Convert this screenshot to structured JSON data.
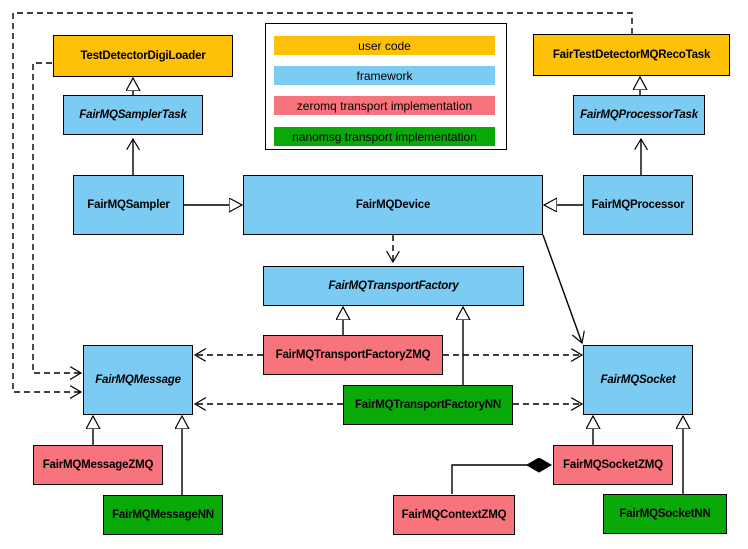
{
  "colors": {
    "user_code": "#FFC107",
    "framework": "#7CCBF2",
    "zeromq": "#F8747C",
    "nanomsg": "#09A909",
    "line": "#000000",
    "background": "#FFFFFF"
  },
  "legend": {
    "items": [
      {
        "label": "user code",
        "type": "user_code"
      },
      {
        "label": "framework",
        "type": "framework"
      },
      {
        "label": "zeromq transport implementation",
        "type": "zeromq"
      },
      {
        "label": "nanomsg transport implementation",
        "type": "nanomsg"
      }
    ]
  },
  "nodes": {
    "digi_loader": {
      "label": "TestDetectorDigiLoader",
      "type": "user_code",
      "abstract": false
    },
    "reco_task": {
      "label": "FairTestDetectorMQRecoTask",
      "type": "user_code",
      "abstract": false
    },
    "sampler_task": {
      "label": "FairMQSamplerTask",
      "type": "framework",
      "abstract": true
    },
    "processor_task": {
      "label": "FairMQProcessorTask",
      "type": "framework",
      "abstract": true
    },
    "sampler": {
      "label": "FairMQSampler",
      "type": "framework",
      "abstract": false
    },
    "device": {
      "label": "FairMQDevice",
      "type": "framework",
      "abstract": false
    },
    "processor": {
      "label": "FairMQProcessor",
      "type": "framework",
      "abstract": false
    },
    "transport_factory": {
      "label": "FairMQTransportFactory",
      "type": "framework",
      "abstract": true
    },
    "transport_zmq": {
      "label": "FairMQTransportFactoryZMQ",
      "type": "zeromq",
      "abstract": false
    },
    "transport_nn": {
      "label": "FairMQTransportFactoryNN",
      "type": "nanomsg",
      "abstract": false
    },
    "message": {
      "label": "FairMQMessage",
      "type": "framework",
      "abstract": true
    },
    "socket": {
      "label": "FairMQSocket",
      "type": "framework",
      "abstract": true
    },
    "message_zmq": {
      "label": "FairMQMessageZMQ",
      "type": "zeromq",
      "abstract": false
    },
    "message_nn": {
      "label": "FairMQMessageNN",
      "type": "nanomsg",
      "abstract": false
    },
    "context_zmq": {
      "label": "FairMQContextZMQ",
      "type": "zeromq",
      "abstract": false
    },
    "socket_zmq": {
      "label": "FairMQSocketZMQ",
      "type": "zeromq",
      "abstract": false
    },
    "socket_nn": {
      "label": "FairMQSocketNN",
      "type": "nanomsg",
      "abstract": false
    }
  },
  "edges": [
    {
      "from": "sampler_task",
      "to": "digi_loader",
      "kind": "inheritance"
    },
    {
      "from": "processor_task",
      "to": "reco_task",
      "kind": "inheritance"
    },
    {
      "from": "sampler",
      "to": "sampler_task",
      "kind": "association"
    },
    {
      "from": "processor",
      "to": "processor_task",
      "kind": "association"
    },
    {
      "from": "sampler",
      "to": "device",
      "kind": "inheritance"
    },
    {
      "from": "processor",
      "to": "device",
      "kind": "inheritance"
    },
    {
      "from": "device",
      "to": "transport_factory",
      "kind": "dependency"
    },
    {
      "from": "device",
      "to": "socket",
      "kind": "association"
    },
    {
      "from": "transport_zmq",
      "to": "transport_factory",
      "kind": "inheritance"
    },
    {
      "from": "transport_nn",
      "to": "transport_factory",
      "kind": "inheritance"
    },
    {
      "from": "transport_zmq",
      "to": "message",
      "kind": "dependency"
    },
    {
      "from": "transport_zmq",
      "to": "socket",
      "kind": "dependency"
    },
    {
      "from": "transport_nn",
      "to": "message",
      "kind": "dependency"
    },
    {
      "from": "transport_nn",
      "to": "socket",
      "kind": "dependency"
    },
    {
      "from": "reco_task",
      "to": "message",
      "kind": "dependency"
    },
    {
      "from": "digi_loader",
      "to": "message",
      "kind": "dependency"
    },
    {
      "from": "message_zmq",
      "to": "message",
      "kind": "inheritance"
    },
    {
      "from": "message_nn",
      "to": "message",
      "kind": "inheritance"
    },
    {
      "from": "socket_zmq",
      "to": "socket",
      "kind": "inheritance"
    },
    {
      "from": "socket_nn",
      "to": "socket",
      "kind": "inheritance"
    },
    {
      "from": "context_zmq",
      "to": "socket_zmq",
      "kind": "composition"
    }
  ]
}
